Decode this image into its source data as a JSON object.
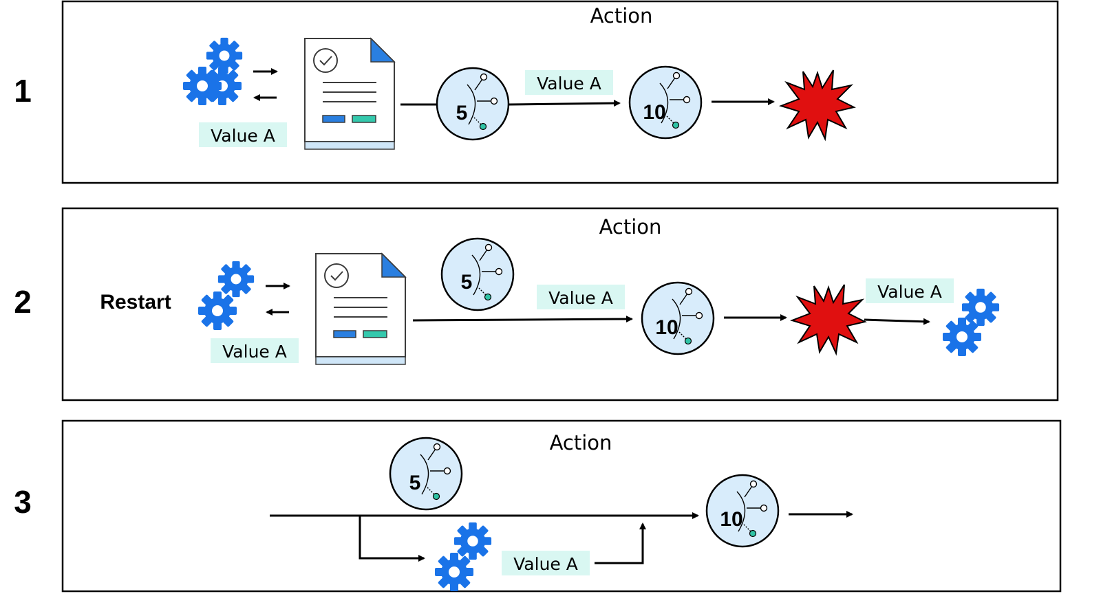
{
  "colors": {
    "frame": "#000000",
    "gear": "#1a73e8",
    "tag_fill": "#d9f7f2",
    "clock_fill": "#d8ecfb",
    "clock_dot": "#2fc3a5",
    "doc_blue": "#2a7fe0",
    "doc_teal": "#34c9ad",
    "doc_base": "#cfe6f8",
    "explosion": "#e01010"
  },
  "icons": [
    "gear-icon",
    "document-check-icon",
    "timer-icon",
    "explosion-icon",
    "arrow-icon"
  ],
  "rows": [
    {
      "number": "1",
      "action_label": "Action",
      "tags": [
        "Value A",
        "Value A"
      ],
      "timers": [
        "5",
        "10"
      ]
    },
    {
      "number": "2",
      "restart_label": "Restart",
      "action_label": "Action",
      "tags": [
        "Value A",
        "Value A",
        "Value A"
      ],
      "timers": [
        "5",
        "10"
      ]
    },
    {
      "number": "3",
      "action_label": "Action",
      "tags": [
        "Value A"
      ],
      "timers": [
        "5",
        "10"
      ]
    }
  ]
}
